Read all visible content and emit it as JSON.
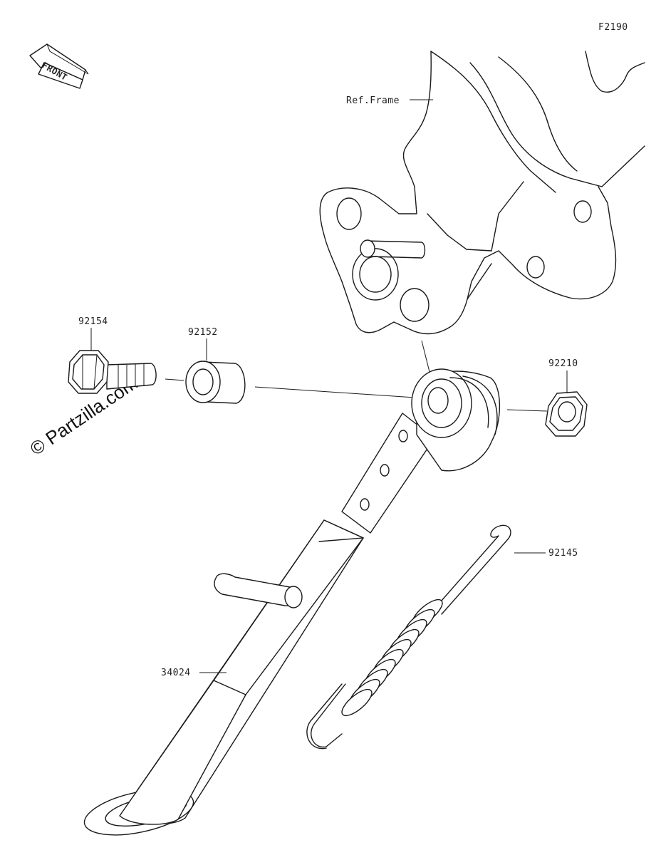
{
  "figure_code": "F2190",
  "front_label": "FRONT",
  "watermark": "© Partzilla.com",
  "reference_label": "Ref.Frame",
  "parts": {
    "bolt": "92154",
    "collar": "92152",
    "nut": "92210",
    "spring": "92145",
    "side_stand": "34024"
  }
}
